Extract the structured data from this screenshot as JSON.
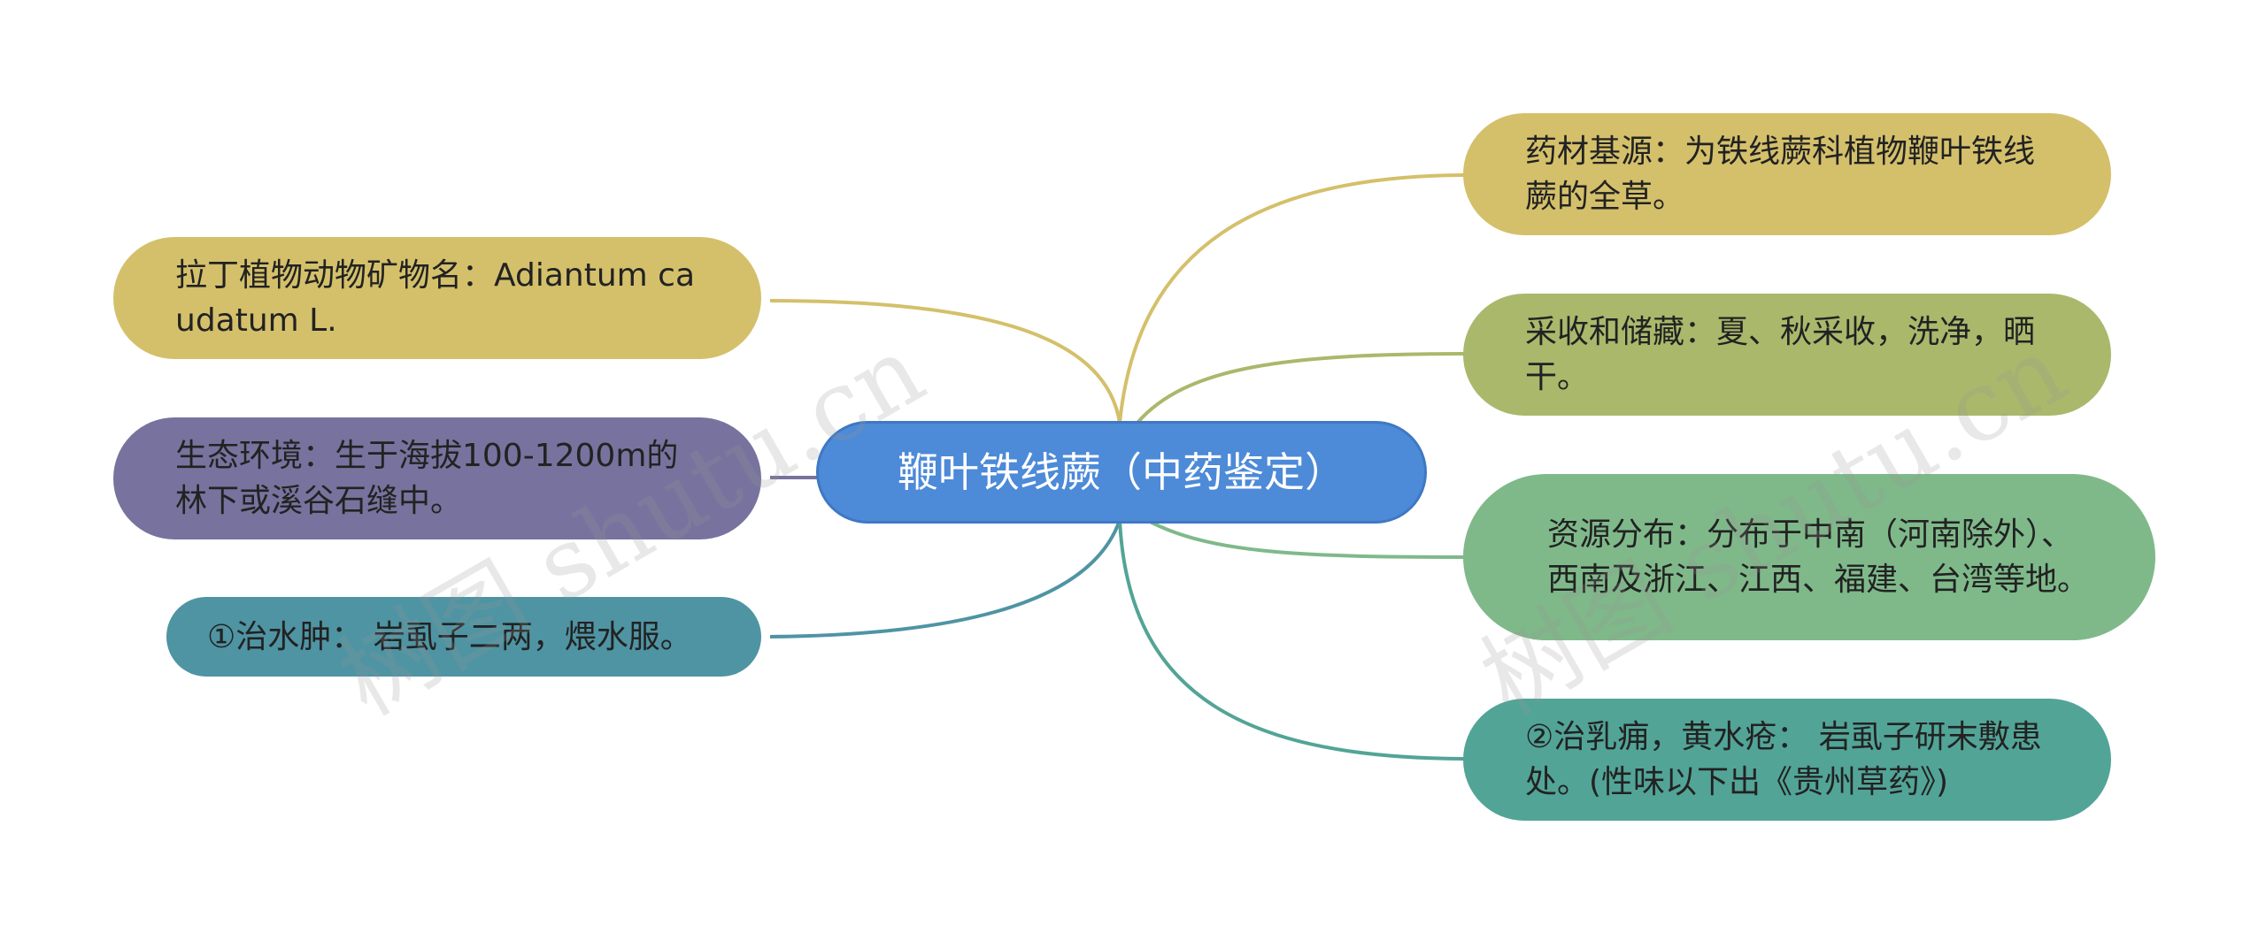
{
  "colors": {
    "background": "#ffffff",
    "center_fill": "#4d8ad8",
    "center_border": "#3f78c4",
    "yellow": "#d4c06b",
    "olive": "#aab86c",
    "purple": "#77739e",
    "teal_blue": "#4f94a3",
    "green": "#7fb98a",
    "teal": "#52a497"
  },
  "center": {
    "label": "鞭叶铁线蕨（中药鉴定）"
  },
  "nodes": {
    "latin_name": {
      "label": "拉丁植物动物矿物名：Adiantum caudatum L.",
      "color": "#d4c06b"
    },
    "habitat": {
      "label": "生态环境：生于海拔100-1200m的林下或溪谷石缝中。",
      "color": "#77739e"
    },
    "treat_edema": {
      "label": "①治水肿： 岩虱子二两，煨水服。",
      "color": "#4f94a3"
    },
    "source": {
      "label": "药材基源：为铁线蕨科植物鞭叶铁线蕨的全草。",
      "color": "#d4c06b"
    },
    "harvest": {
      "label": "采收和储藏：夏、秋采收，洗净，晒干。",
      "color": "#aab86c"
    },
    "distribution": {
      "label": "资源分布：分布于中南（河南除外）、西南及浙江、江西、福建、台湾等地。",
      "color": "#7fb98a"
    },
    "treat_mastitis": {
      "label": "②治乳痈，黄水疮： 岩虱子研末敷患处。(性味以下出《贵州草药》)",
      "color": "#52a497"
    }
  },
  "watermarks": [
    "树图 shutu.cn",
    "树图 shutu.cn"
  ]
}
